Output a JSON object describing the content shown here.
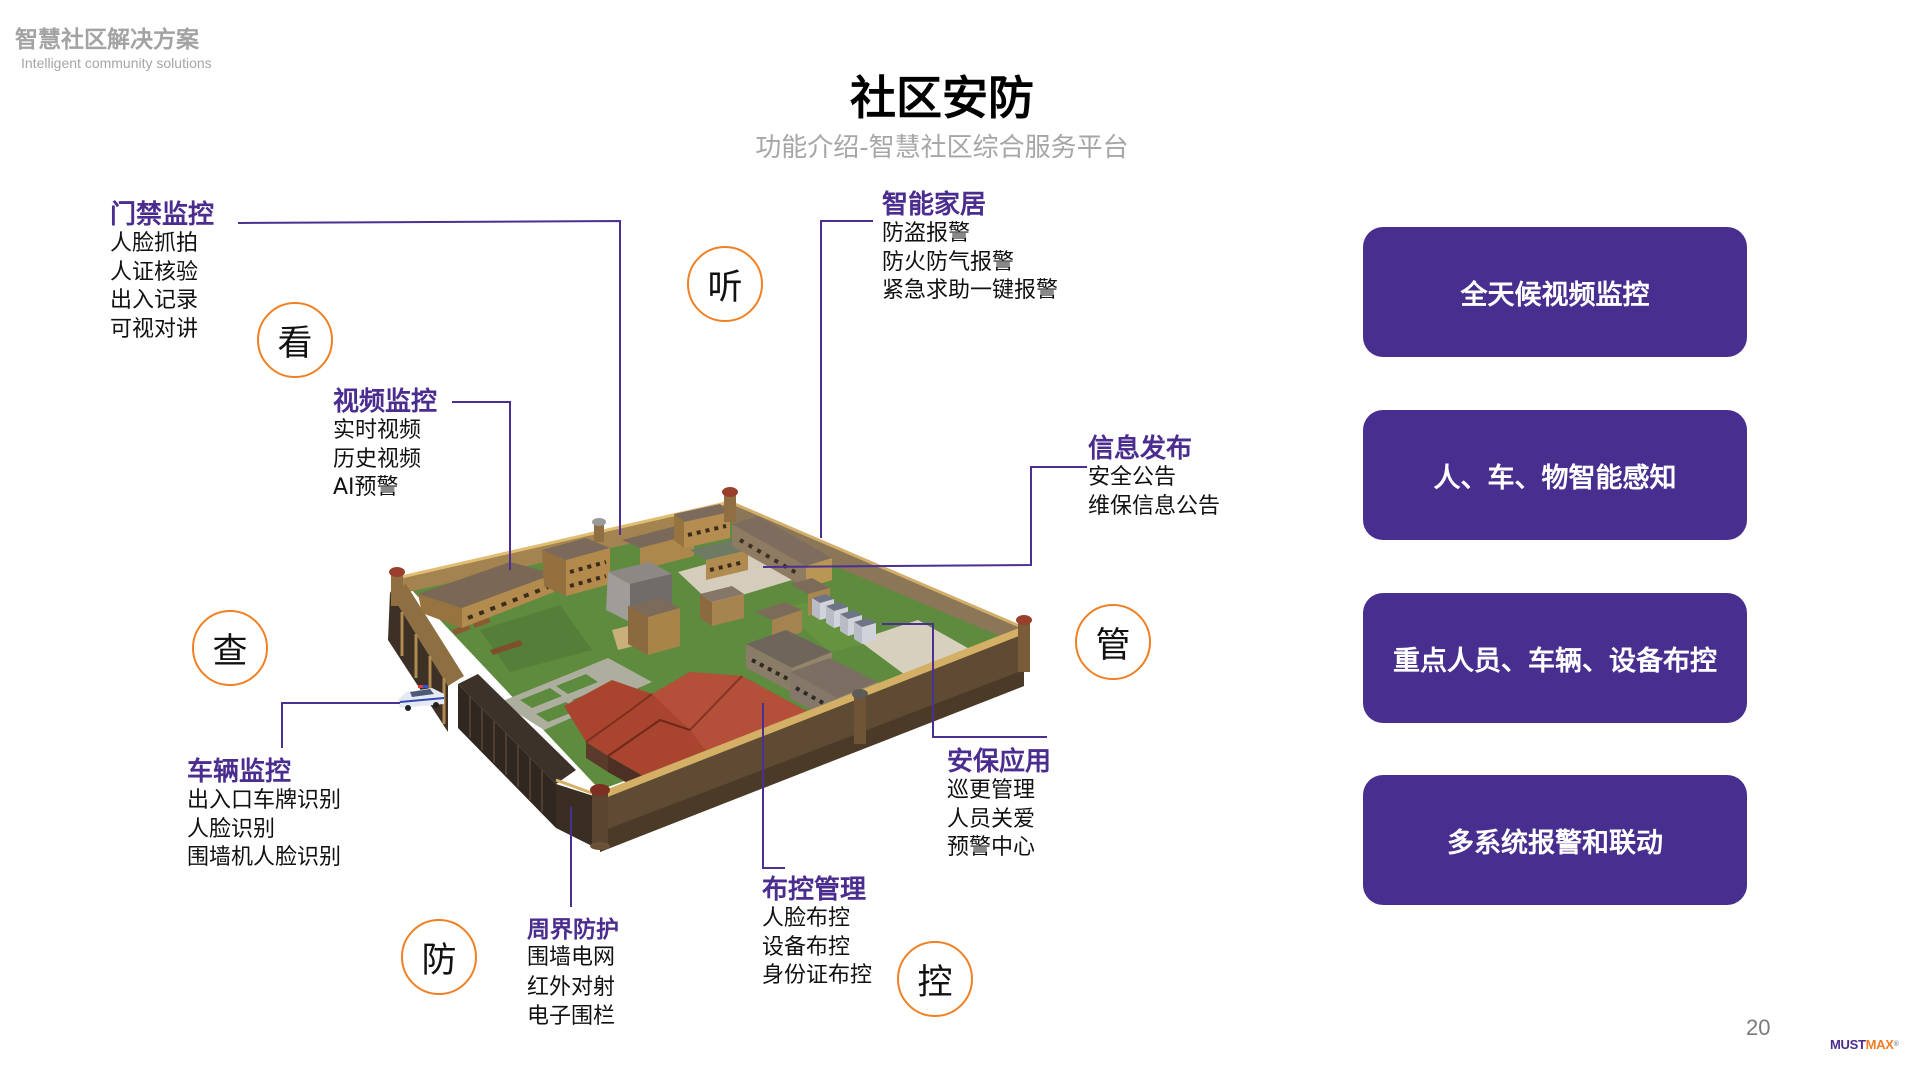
{
  "header": {
    "brand_cn": "智慧社区解决方案",
    "brand_en": "Intelligent community solutions"
  },
  "title": "社区安防",
  "subtitle": "功能介绍-智慧社区综合服务平台",
  "features": {
    "access_control": {
      "title": "门禁监控",
      "items": [
        "人脸抓拍",
        "人证核验",
        "出入记录",
        "可视对讲"
      ]
    },
    "video_surveillance": {
      "title": "视频监控",
      "items": [
        "实时视频",
        "历史视频",
        "AI预警"
      ]
    },
    "smart_home": {
      "title": "智能家居",
      "items": [
        "防盗报警",
        "防火防气报警",
        "紧急求助一键报警"
      ]
    },
    "info_release": {
      "title": "信息发布",
      "items": [
        "安全公告",
        "维保信息公告"
      ]
    },
    "vehicle_monitoring": {
      "title": "车辆监控",
      "items": [
        "出入口车牌识别",
        "人脸识别",
        "围墙机人脸识别"
      ]
    },
    "security_app": {
      "title": "安保应用",
      "items": [
        "巡更管理",
        "人员关爱",
        "预警中心"
      ]
    },
    "deployment_control": {
      "title": "布控管理",
      "items": [
        "人脸布控",
        "设备布控",
        "身份证布控"
      ]
    },
    "perimeter": {
      "title": "周界防护",
      "items": [
        "围墙电网",
        "红外对射",
        "电子围栏"
      ]
    }
  },
  "badges": {
    "look": "看",
    "listen": "听",
    "check": "查",
    "manage": "管",
    "defend": "防",
    "control": "控"
  },
  "highlights": [
    "全天候视频监控",
    "人、车、物智能感知",
    "重点人员、车辆、设备布控",
    "多系统报警和联动"
  ],
  "page_number": "20",
  "logo": {
    "part1": "MUST",
    "part2": "MAX",
    "mark": "®"
  },
  "colors": {
    "highlight_box": "#482e8f",
    "feature_title": "#4b2d8f",
    "connector_line": "#4b2f92",
    "badge_ring": "#f08024",
    "subtitle_gray": "#a6a6a6",
    "logo_orange": "#f07d23"
  }
}
